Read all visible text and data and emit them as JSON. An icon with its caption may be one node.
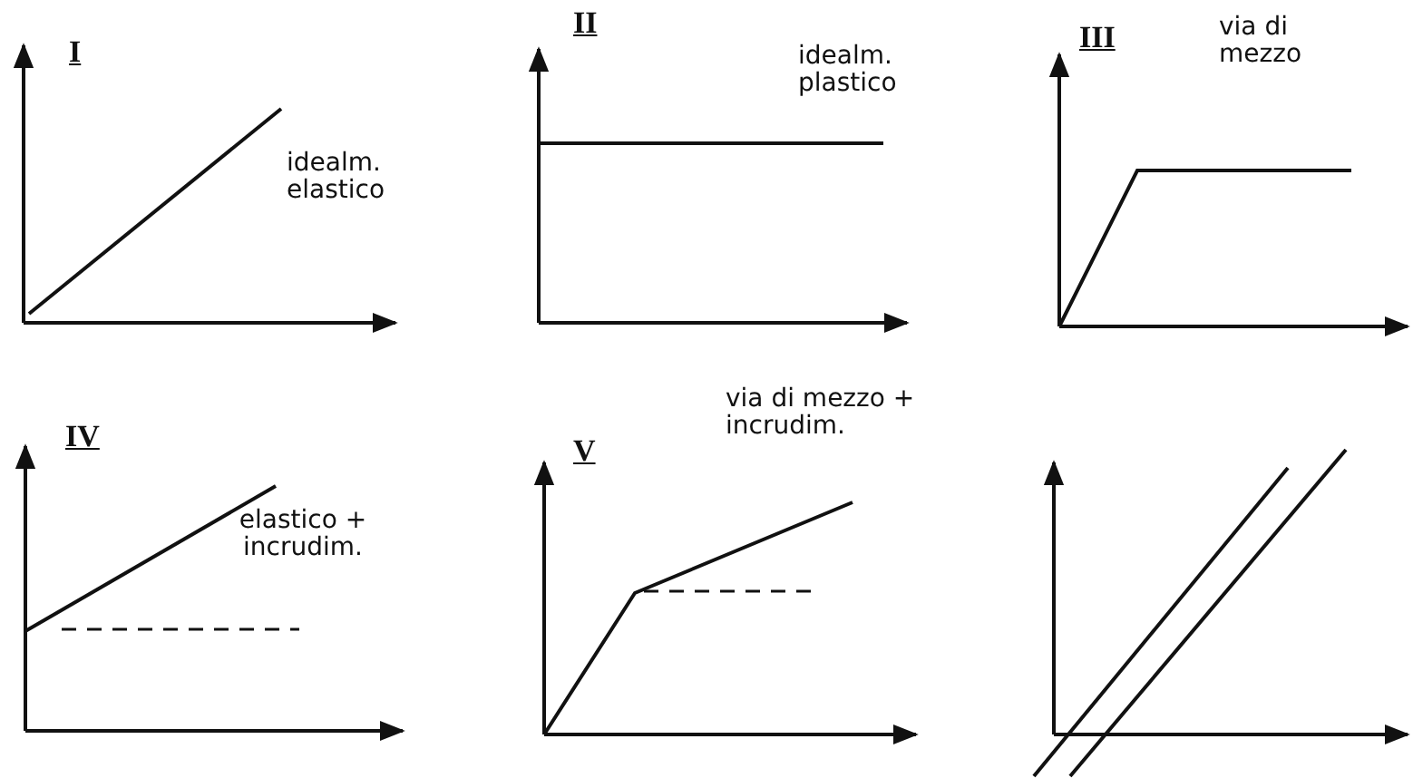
{
  "diagram": {
    "labels": [
      "I",
      "idealm. elastico",
      "II",
      "idealm. plastico",
      "III",
      "via di mezzo",
      "IV",
      "elastico + incrudim.",
      "V",
      "via di mezzo + incrudim."
    ]
  }
}
